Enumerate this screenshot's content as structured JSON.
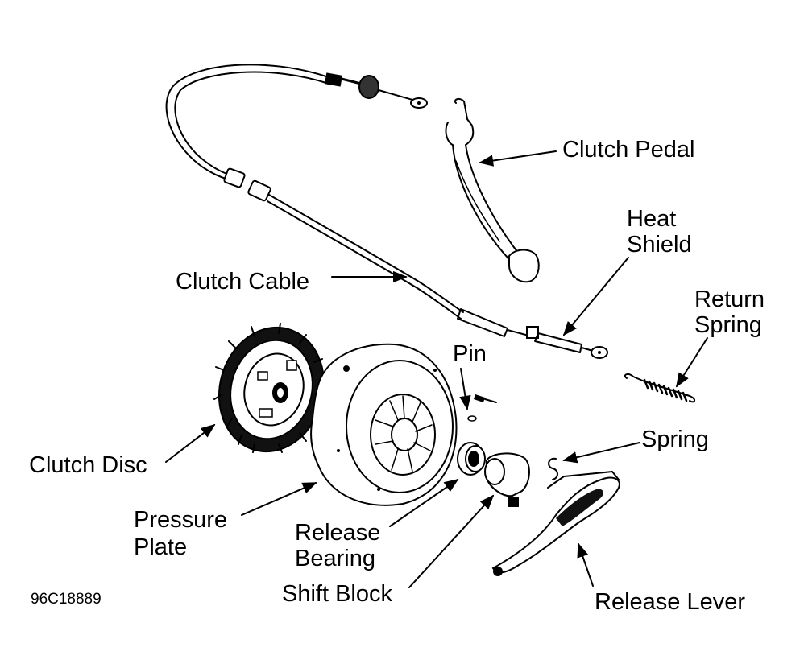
{
  "labels": {
    "clutch_pedal": "Clutch Pedal",
    "heat_shield_1": "Heat",
    "heat_shield_2": "Shield",
    "clutch_cable": "Clutch Cable",
    "return_spring_1": "Return",
    "return_spring_2": "Spring",
    "pin": "Pin",
    "spring": "Spring",
    "clutch_disc": "Clutch Disc",
    "pressure_plate_1": "Pressure",
    "pressure_plate_2": "Plate",
    "release_bearing_1": "Release",
    "release_bearing_2": "Bearing",
    "shift_block": "Shift Block",
    "release_lever": "Release Lever"
  },
  "figure_code": "96C18889"
}
